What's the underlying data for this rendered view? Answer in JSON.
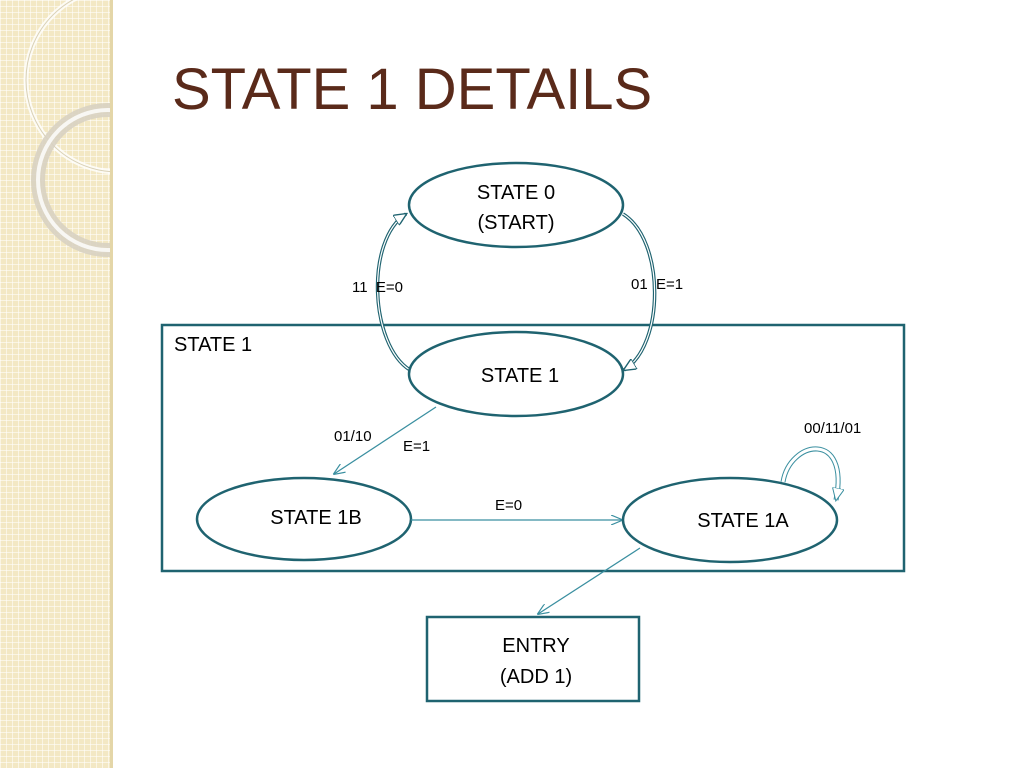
{
  "slide": {
    "title": "STATE 1 DETAILS"
  },
  "diagram": {
    "container_label": "STATE 1",
    "nodes": {
      "state0": {
        "line1": "STATE 0",
        "line2": "(START)"
      },
      "state1": {
        "label": "STATE 1"
      },
      "state1b": {
        "label": "STATE 1B"
      },
      "state1a": {
        "label": "STATE 1A"
      },
      "entry": {
        "line1": "ENTRY",
        "line2": "(ADD 1)"
      }
    },
    "edges": {
      "s1_to_s0": "11  E=0",
      "s0_to_s1": "01  E=1",
      "s1_to_s1b_cond": "01/10",
      "s1_to_s1b_e": "E=1",
      "s1b_to_s1a": "E=0",
      "s1a_self": "00/11/01"
    }
  },
  "colors": {
    "title": "#5a2a1a",
    "stroke": "#1f6370",
    "arrow": "#3a8fa0",
    "sidebar": "#f3e8c4"
  }
}
